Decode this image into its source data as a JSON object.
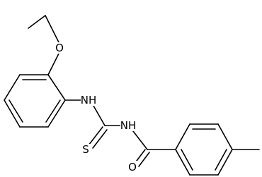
{
  "structure": {
    "atoms": {
      "O_ether": "O",
      "NH_aryl": "NH",
      "S_thio": "S",
      "NH_acyl": "NH",
      "O_carbonyl": "O"
    }
  }
}
